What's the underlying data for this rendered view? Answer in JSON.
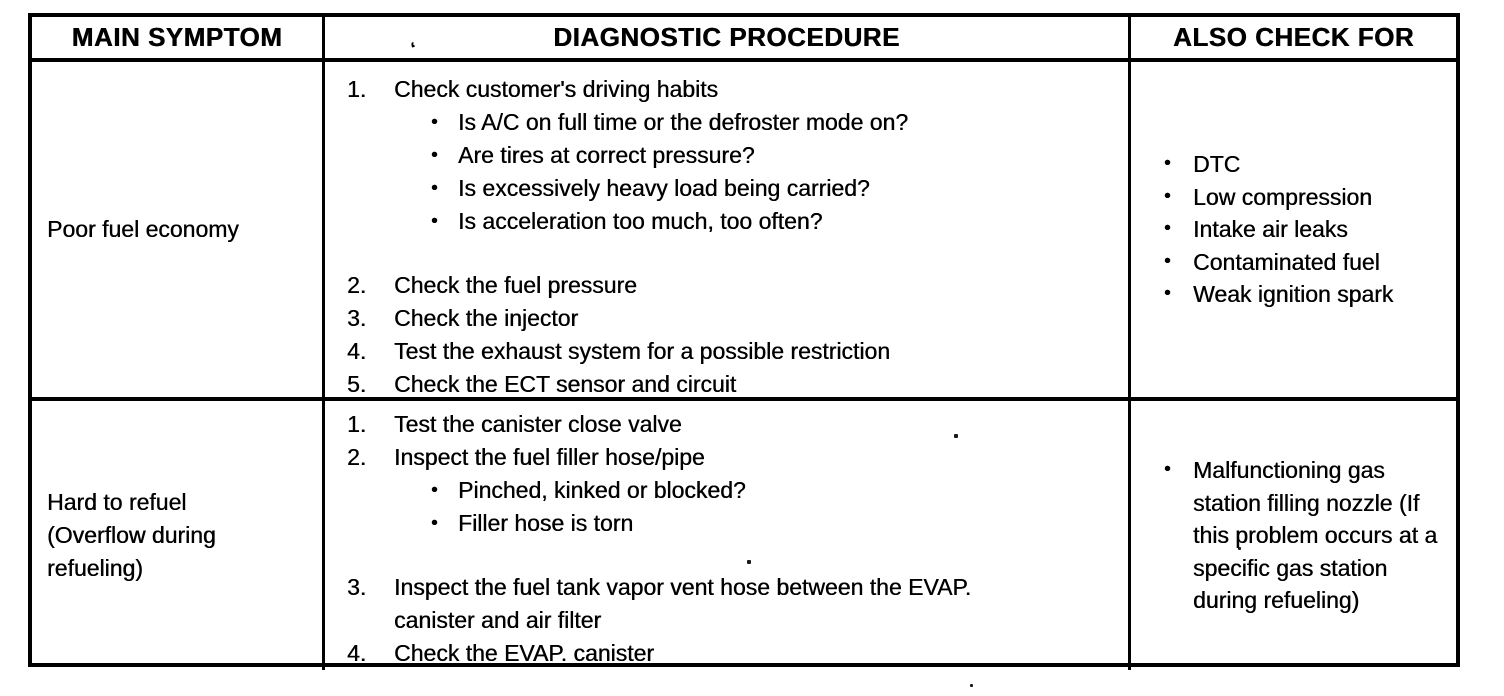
{
  "document": {
    "type": "scanned-service-manual-table",
    "bullet_glyph": "•",
    "stray_mark": "‘",
    "colors": {
      "ink": "#000000",
      "paper": "#ffffff"
    },
    "headers": {
      "symptom": "MAIN SYMPTOM",
      "procedure": "DIAGNOSTIC PROCEDURE",
      "also_check": "ALSO CHECK FOR"
    },
    "rows": [
      {
        "symptom_lines": [
          "Poor fuel economy"
        ],
        "procedure": [
          {
            "num": "1.",
            "text": "Check customer's driving habits",
            "bullets": [
              "Is A/C on full time or the defroster mode on?",
              "Are tires at correct pressure?",
              "Is excessively heavy load being carried?",
              "Is acceleration too much, too often?"
            ]
          },
          {
            "num": "2.",
            "text": "Check the fuel pressure"
          },
          {
            "num": "3.",
            "text": "Check the injector"
          },
          {
            "num": "4.",
            "text": "Test the exhaust system for a possible restriction"
          },
          {
            "num": "5.",
            "text": "Check the ECT sensor and circuit"
          }
        ],
        "also_check": [
          "DTC",
          "Low compression",
          "Intake air leaks",
          "Contaminated fuel",
          "Weak ignition spark"
        ]
      },
      {
        "symptom_lines": [
          "Hard to refuel",
          "(Overflow during",
          "refueling)"
        ],
        "procedure": [
          {
            "num": "1.",
            "text": "Test the canister close valve"
          },
          {
            "num": "2.",
            "text": "Inspect the fuel filler hose/pipe",
            "bullets": [
              "Pinched, kinked or blocked?",
              "Filler hose is torn"
            ]
          },
          {
            "num": "3.",
            "text": "Inspect the fuel tank vapor vent hose between the EVAP. canister and air filter"
          },
          {
            "num": "4.",
            "text": "Check the EVAP. canister"
          }
        ],
        "also_check": [
          "Malfunctioning gas station filling nozzle (If this problem occurs at a specific gas station during refueling)"
        ]
      }
    ]
  }
}
